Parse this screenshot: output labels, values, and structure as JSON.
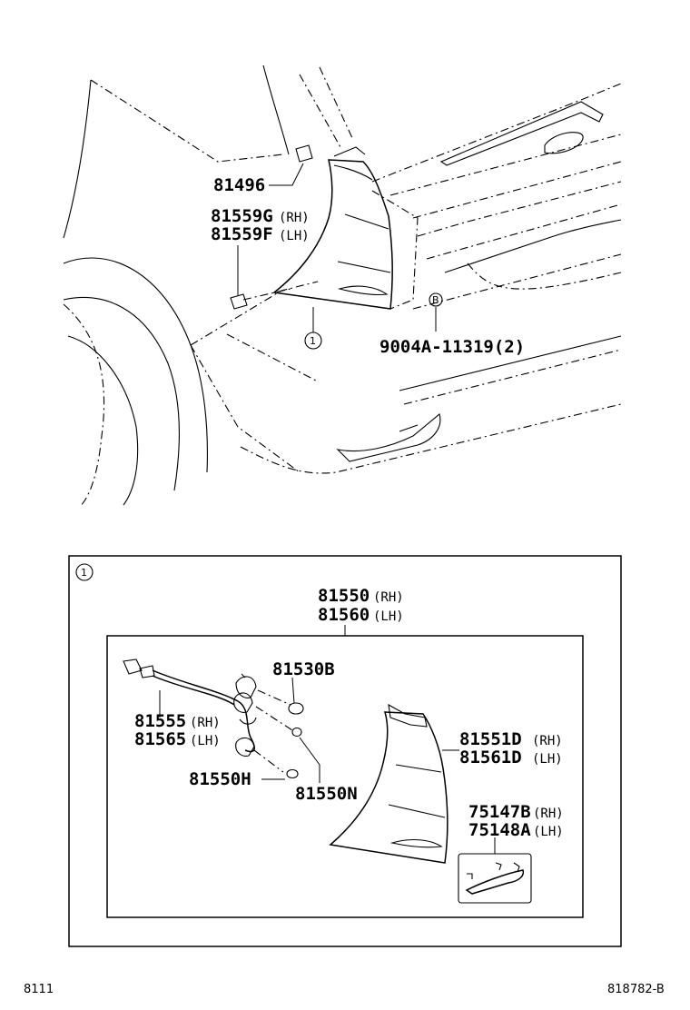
{
  "callouts": {
    "clip": "81496",
    "screw_rh": "81559G",
    "screw_rh_suffix": "(RH)",
    "screw_lh": "81559F",
    "screw_lh_suffix": "(LH)",
    "circle_ref": "1",
    "circle_b": "B",
    "bolt": "9004A-11319(2)"
  },
  "detail": {
    "marker": "1",
    "assy_rh": "81550",
    "assy_rh_suffix": "(RH)",
    "assy_lh": "81560",
    "assy_lh_suffix": "(LH)",
    "bulb_a": "81530B",
    "socket_rh": "81555",
    "socket_rh_suffix": "(RH)",
    "socket_lh": "81565",
    "socket_lh_suffix": "(LH)",
    "bulb_h": "81550H",
    "bulb_n": "81550N",
    "lens_rh": "81551D",
    "lens_rh_suffix": "(RH)",
    "lens_lh": "81561D",
    "lens_lh_suffix": "(LH)",
    "reflector_rh": "75147B",
    "reflector_rh_suffix": "(RH)",
    "reflector_lh": "75148A",
    "reflector_lh_suffix": "(LH)"
  },
  "footer": {
    "left_code": "8111",
    "right_code": "818782-B"
  }
}
